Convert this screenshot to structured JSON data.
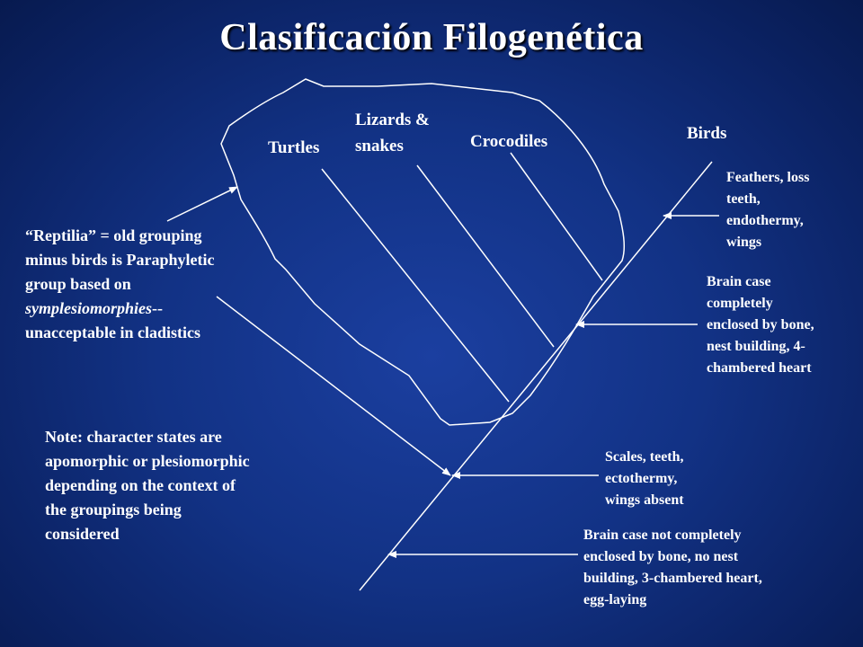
{
  "slide": {
    "title": "Clasificación Filogenética"
  },
  "taxa": {
    "turtles": "Turtles",
    "lizards_line1": "Lizards &",
    "lizards_line2": "snakes",
    "crocodiles": "Crocodiles",
    "birds": "Birds"
  },
  "characters": {
    "birds": [
      "Feathers, loss",
      "teeth,",
      "endothermy,",
      "wings"
    ],
    "archosaur": [
      "Brain case",
      "completely",
      "enclosed by bone,",
      "nest building, 4-",
      "chambered heart"
    ],
    "scales": [
      "Scales, teeth,",
      "ectothermy,",
      "wings absent"
    ],
    "brain_not": [
      "Brain case not completely",
      "enclosed by bone, no nest",
      "building, 3-chambered heart,",
      "egg-laying"
    ]
  },
  "reptilia_note": {
    "line1": "“Reptilia” = old grouping",
    "line2": "minus birds is Paraphyletic",
    "line3": "group based on",
    "line4_italic": "symplesiomorphies",
    "line4_rest": "--",
    "line5": "unacceptable in cladistics"
  },
  "note": [
    "Note: character states are",
    "apomorphic or plesiomorphic",
    "depending on the context of",
    "the groupings being",
    "considered"
  ],
  "colors": {
    "background": "#123285",
    "line": "#ffffff",
    "text": "#ffffff"
  }
}
